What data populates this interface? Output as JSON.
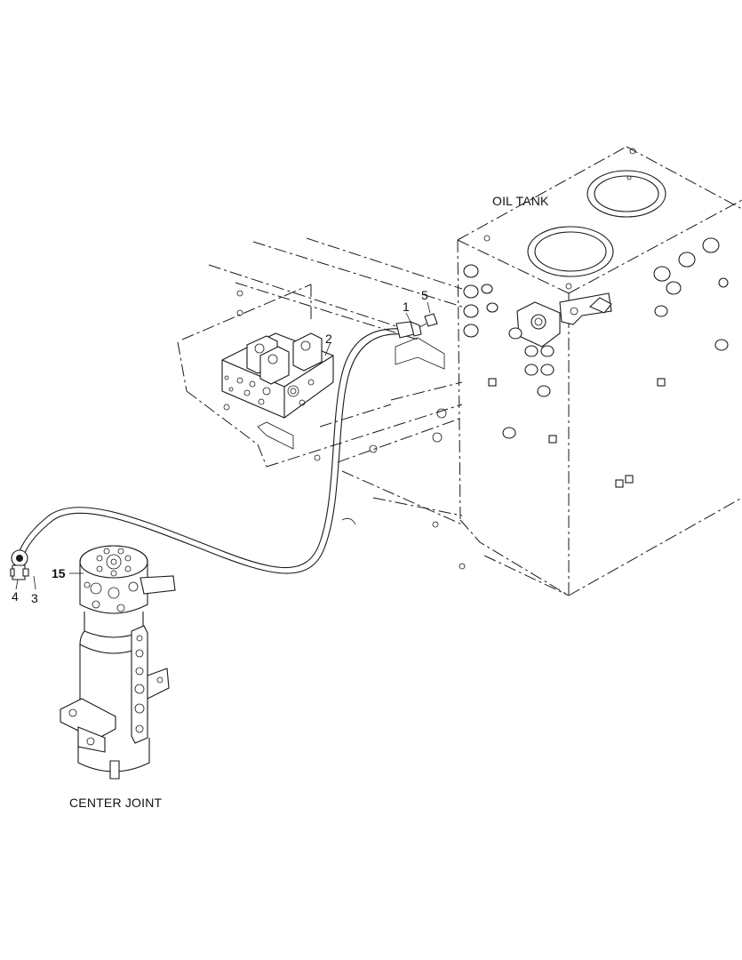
{
  "labels": {
    "oil_tank": "OIL TANK",
    "center_joint": "CENTER JOINT"
  },
  "callouts": {
    "c1": "1",
    "c2": "2",
    "c3": "3",
    "c4": "4",
    "c5": "5",
    "c15": "15"
  }
}
